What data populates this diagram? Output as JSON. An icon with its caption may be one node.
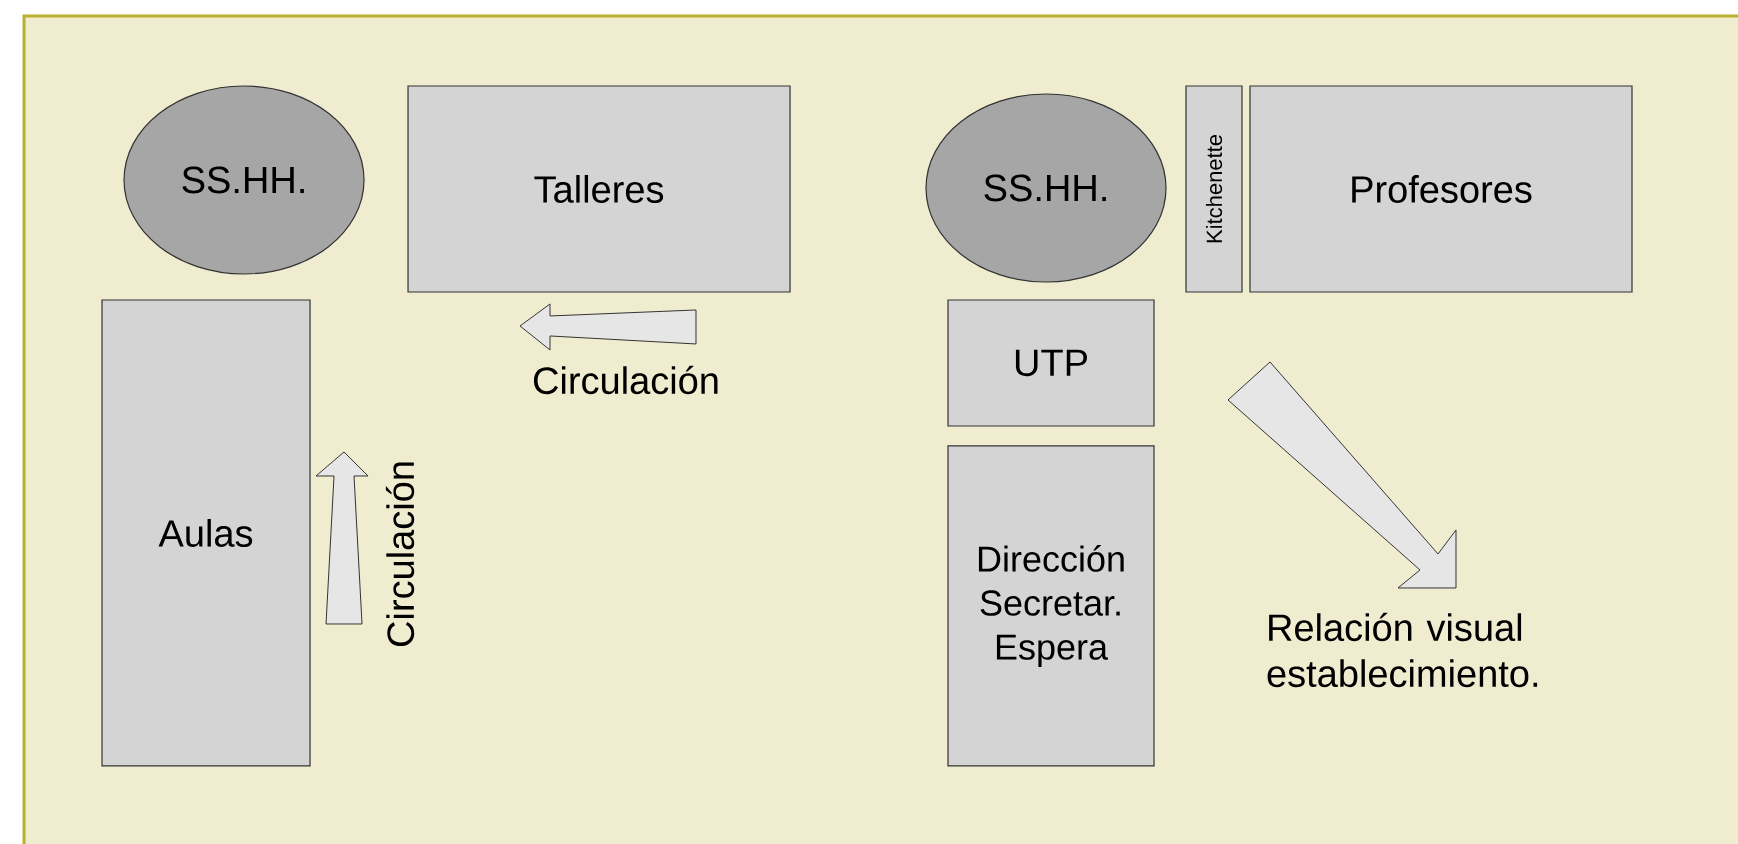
{
  "diagram": {
    "nodes": [
      {
        "text": [
          "SS.HH."
        ]
      },
      {
        "text": [
          "Talleres"
        ]
      },
      {
        "text": [
          "SS.HH."
        ]
      },
      {
        "text": [
          "Kitchenette"
        ]
      },
      {
        "text": [
          "Profesores"
        ]
      },
      {
        "text": [
          "Aulas"
        ]
      },
      {
        "text": [
          "UTP"
        ]
      },
      {
        "text": [
          "Dirección Secretar. Espera"
        ]
      }
    ],
    "labels": [
      "Circulación",
      "Circulación",
      "Relación visual establecimiento."
    ]
  }
}
